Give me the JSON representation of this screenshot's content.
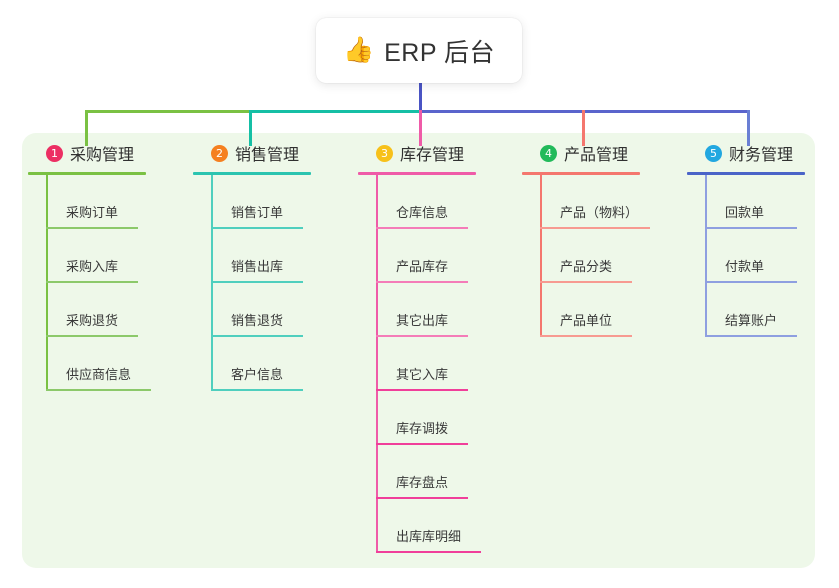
{
  "title": {
    "icon": "thumbs-up-icon",
    "icon_glyph": "👍",
    "text": "ERP 后台"
  },
  "colors": {
    "panel_bg": "#eef8e9",
    "page_bg": "#ffffff",
    "green": "#7ac143",
    "teal": "#15bfa5",
    "pink": "#ed4c9e",
    "salmon": "#f4776e",
    "blue": "#6a7fd4",
    "trunk_blue": "#4a54c4",
    "badge_1": "#ec2f63",
    "badge_2": "#f58020",
    "badge_3": "#f7c11a",
    "badge_4": "#22ba5a",
    "badge_5": "#22a7e0"
  },
  "columns": [
    {
      "index": "1",
      "badge_color": "#ec2f63",
      "line_color": "#7ac143",
      "title": "采购管理",
      "items": [
        "采购订单",
        "采购入库",
        "采购退货",
        "供应商信息"
      ]
    },
    {
      "index": "2",
      "badge_color": "#f58020",
      "line_color": "#2bc4b0",
      "title": "销售管理",
      "items": [
        "销售订单",
        "销售出库",
        "销售退货",
        "客户信息"
      ]
    },
    {
      "index": "3",
      "badge_color": "#f7c11a",
      "line_color": "#ef5ba8",
      "title": "库存管理",
      "items": [
        "仓库信息",
        "产品库存",
        "其它出库",
        "其它入库",
        "库存调拨",
        "库存盘点",
        "出库库明细"
      ]
    },
    {
      "index": "4",
      "badge_color": "#22ba5a",
      "line_color": "#f4776e",
      "title": "产品管理",
      "items": [
        "产品（物料）",
        "产品分类",
        "产品单位"
      ]
    },
    {
      "index": "5",
      "badge_color": "#22a7e0",
      "line_color": "#6a7fd4",
      "title": "财务管理",
      "items": [
        "回款单",
        "付款单",
        "结算账户"
      ]
    }
  ]
}
